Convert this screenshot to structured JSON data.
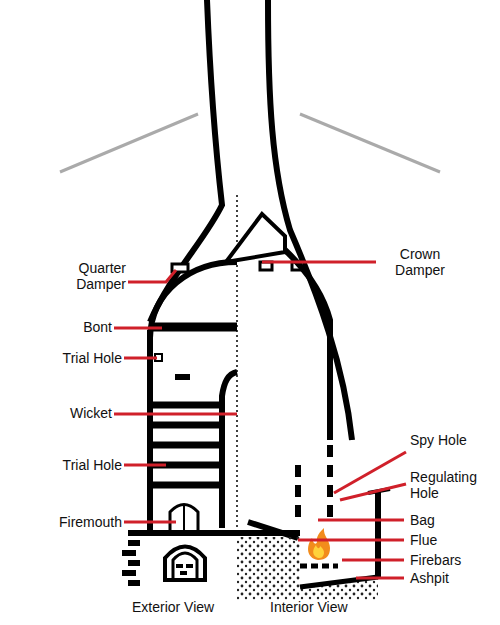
{
  "diagram": {
    "labels": [
      "Quarter Damper",
      "Crown Damper",
      "Bont",
      "Trial Hole",
      "Wicket",
      "Trial Hole",
      "Firemouth",
      "Spy Hole",
      "Regulating Hole",
      "Bag",
      "Flue",
      "Firebars",
      "Ashpit",
      "Exterior View",
      "Interior View"
    ]
  }
}
